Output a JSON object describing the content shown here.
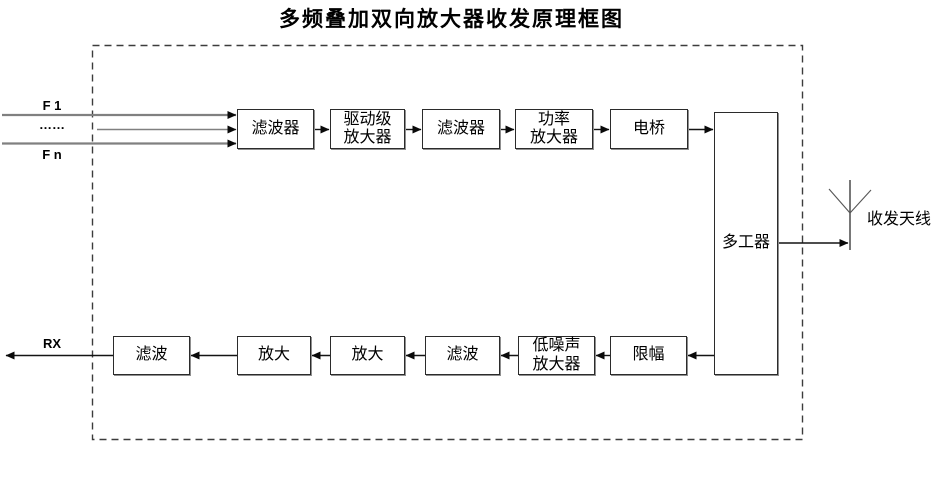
{
  "title": "多频叠加双向放大器收发原理框图",
  "inputs": {
    "f1": "F 1",
    "dots": "……",
    "fn": "F n"
  },
  "rx_out_label": "RX",
  "antenna": {
    "label": "收发天线"
  },
  "tx_chain": [
    {
      "label": "滤波器"
    },
    {
      "label": "驱动级\n放大器"
    },
    {
      "label": "滤波器"
    },
    {
      "label": "功率\n放大器"
    },
    {
      "label": "电桥"
    }
  ],
  "multiplexer": {
    "label": "多工器"
  },
  "rx_chain": [
    {
      "label": "滤波"
    },
    {
      "label": "放大"
    },
    {
      "label": "放大"
    },
    {
      "label": "滤波"
    },
    {
      "label": "低噪声\n放大器"
    },
    {
      "label": "限幅"
    }
  ],
  "edges": [
    {
      "from": "F 1 / …… / F n",
      "to": "滤波器"
    },
    {
      "from": "滤波器",
      "to": "驱动级放大器"
    },
    {
      "from": "驱动级放大器",
      "to": "滤波器"
    },
    {
      "from": "滤波器",
      "to": "功率放大器"
    },
    {
      "from": "功率放大器",
      "to": "电桥"
    },
    {
      "from": "电桥",
      "to": "多工器"
    },
    {
      "from": "多工器",
      "to": "收发天线"
    },
    {
      "from": "多工器",
      "to": "限幅"
    },
    {
      "from": "限幅",
      "to": "低噪声放大器"
    },
    {
      "from": "低噪声放大器",
      "to": "滤波"
    },
    {
      "from": "滤波",
      "to": "放大"
    },
    {
      "from": "放大",
      "to": "放大"
    },
    {
      "from": "放大",
      "to": "滤波"
    },
    {
      "from": "滤波",
      "to": "RX"
    }
  ],
  "colors": {
    "ink": "#141414",
    "gray_line": "#808080",
    "border": "#2b2b2b"
  }
}
